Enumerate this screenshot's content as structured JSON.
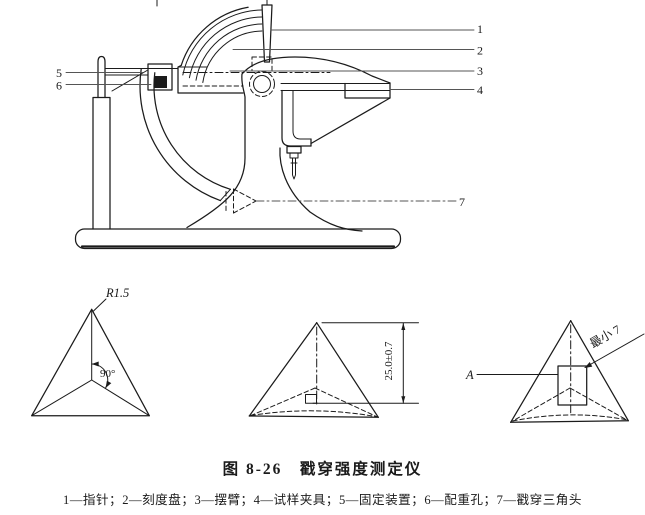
{
  "colors": {
    "ink": "#1b1b1b",
    "background": "#ffffff",
    "leader": "#555555"
  },
  "figure_caption": "图 8-26　戳穿强度测定仪",
  "figure_legend": "1—指针；2—刻度盘；3—摆臂；4—试样夹具；5—固定装置；6—配重孔；7—戳穿三角头",
  "apparatus": {
    "callouts": [
      "1",
      "2",
      "3",
      "4",
      "5",
      "6",
      "7"
    ]
  },
  "detail_views": {
    "front_view": {
      "radius_label": "R1.5",
      "angle_label": "90°"
    },
    "side_view": {
      "height_dim": "25.0±0.7"
    },
    "back_view": {
      "area_label": "A",
      "min_depth_label": "最小 7"
    }
  }
}
